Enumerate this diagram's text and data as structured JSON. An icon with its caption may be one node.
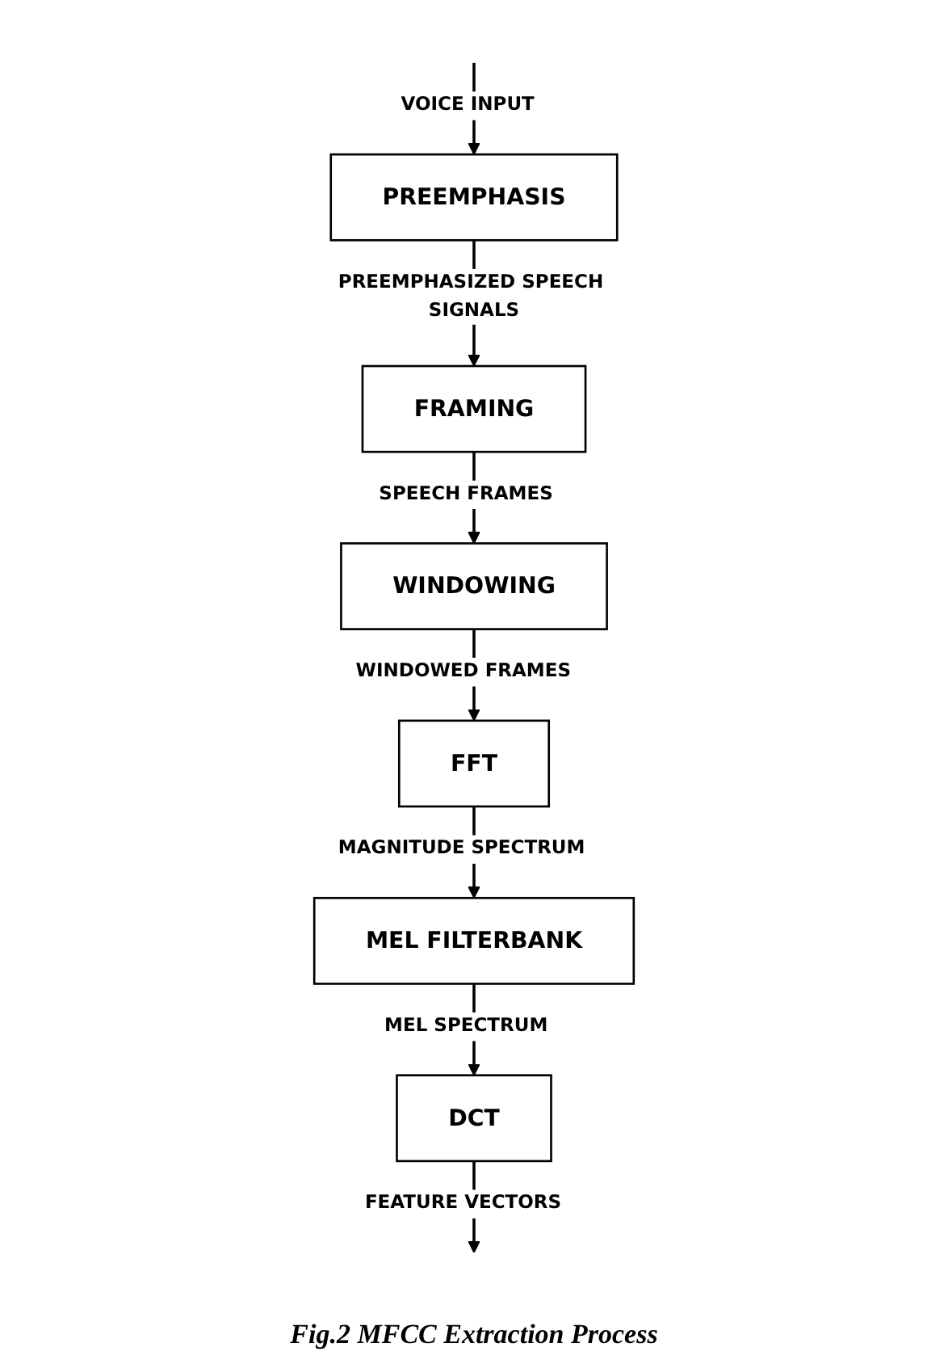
{
  "diagram": {
    "caption": "Fig.2 MFCC Extraction Process",
    "nodes": [
      {
        "text": [
          "PREEMPHASIS"
        ]
      },
      {
        "text": [
          "FRAMING"
        ]
      },
      {
        "text": [
          "WINDOWING"
        ]
      },
      {
        "text": [
          "FFT"
        ]
      },
      {
        "text": [
          "MEL FILTERBANK"
        ]
      },
      {
        "text": [
          "DCT"
        ]
      }
    ],
    "edges": [
      {
        "from": null,
        "to": 0,
        "arrow": "to",
        "label": "VOICE INPUT"
      },
      {
        "from": 0,
        "to": 1,
        "arrow": "to",
        "label": "PREEMPHASIZED SPEECH SIGNALS"
      },
      {
        "from": 1,
        "to": 2,
        "arrow": "to",
        "label": "SPEECH FRAMES"
      },
      {
        "from": 2,
        "to": 3,
        "arrow": "to",
        "label": "WINDOWED FRAMES"
      },
      {
        "from": 3,
        "to": 4,
        "arrow": "to",
        "label": "MAGNITUDE SPECTRUM"
      },
      {
        "from": 4,
        "to": 5,
        "arrow": "to",
        "label": "MEL SPECTRUM"
      },
      {
        "from": 5,
        "to": null,
        "arrow": "to",
        "label": "FEATURE VECTORS"
      }
    ]
  }
}
